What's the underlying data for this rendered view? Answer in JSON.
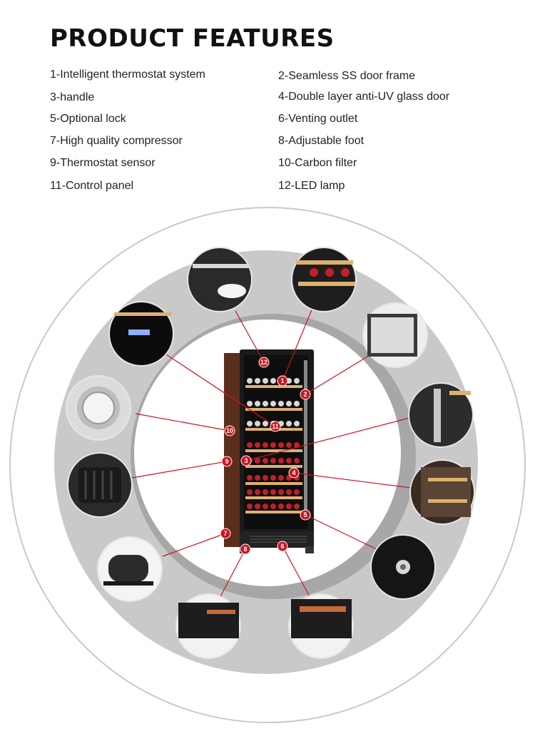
{
  "title": "PRODUCT FEATURES",
  "features": [
    {
      "label": "1-Intelligent thermostat system"
    },
    {
      "label": "2-Seamless SS door frame"
    },
    {
      "label": "3-handle"
    },
    {
      "label": "4-Double layer anti-UV glass door"
    },
    {
      "label": "5-Optional lock"
    },
    {
      "label": "6-Venting outlet"
    },
    {
      "label": "7-High quality compressor"
    },
    {
      "label": "8-Adjustable foot"
    },
    {
      "label": "9-Thermostat sensor"
    },
    {
      "label": "10-Carbon filter"
    },
    {
      "label": "11-Control panel"
    },
    {
      "label": "12-LED lamp"
    }
  ],
  "callouts": [
    "12",
    "1",
    "2",
    "11",
    "10",
    "3",
    "9",
    "4",
    "5",
    "7",
    "8",
    "6"
  ],
  "colors": {
    "accent": "#d0131b",
    "ring": "#c9c9c9",
    "cabinet": "#5a2e1c",
    "shelf": "#e0b070",
    "bottle": "#c0202a"
  }
}
